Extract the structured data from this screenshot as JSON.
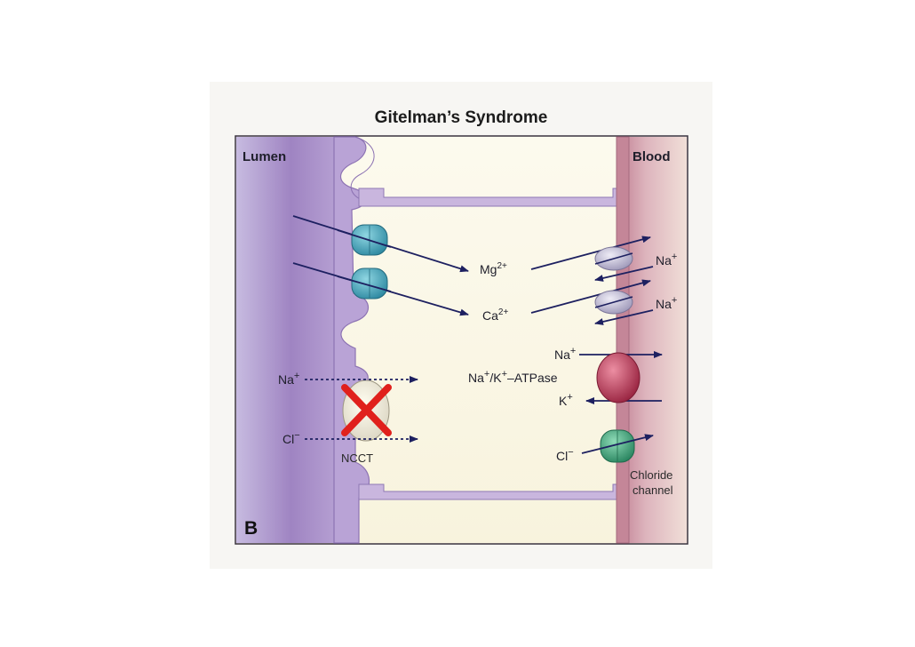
{
  "title": "Gitelman’s Syndrome",
  "panel_letter": "B",
  "sides": {
    "left": "Lumen",
    "right": "Blood"
  },
  "apical_ions": {
    "magnesium": "Mg",
    "magnesium_charge": "2+",
    "calcium": "Ca",
    "calcium_charge": "2+"
  },
  "antiporters": [
    {
      "ion": "Na",
      "charge": "+"
    },
    {
      "ion": "Na",
      "charge": "+"
    }
  ],
  "ncct": {
    "label": "NCCT",
    "sodium": "Na",
    "sodium_charge": "+",
    "chloride": "Cl",
    "chloride_charge": "−",
    "blocked": true
  },
  "pump": {
    "label_na": "Na",
    "label_slash": "/K",
    "label_suffix": "–ATPase",
    "na_top": "Na",
    "k_bottom": "K",
    "plus": "+"
  },
  "chloride_channel": {
    "ion": "Cl",
    "charge": "−",
    "label_line1": "Chloride",
    "label_line2": "channel"
  },
  "colors": {
    "lumen_membrane": "#a888c4",
    "blood_membrane": "#c99aa6",
    "cytoplasm": "#fbf8ea",
    "apical_channel": "#48aec3",
    "antiporter": "#bdb7d4",
    "pump": "#b8304e",
    "chloride_channel": "#3e9d78",
    "arrow": "#1d2060",
    "block_cross": "#e0201c"
  }
}
